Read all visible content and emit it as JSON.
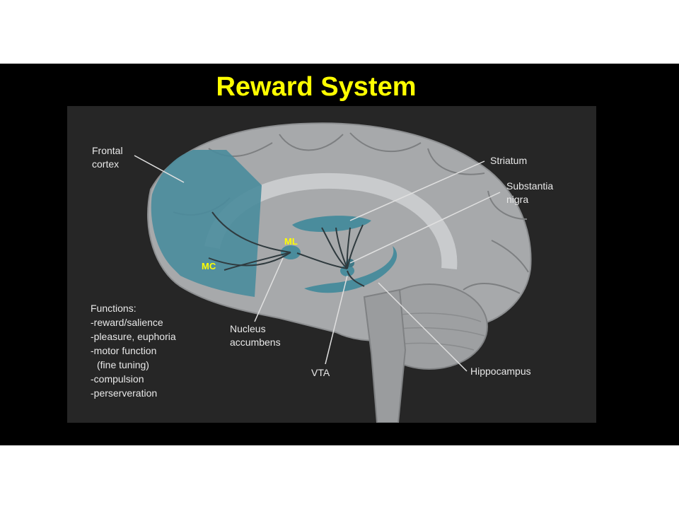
{
  "title": "Reward System",
  "colors": {
    "highlight": "#ffff00",
    "pathway": "#4a8c9c",
    "brain": "#a7a9ab",
    "panel": "#262626",
    "band": "#000000"
  },
  "labels": {
    "frontal_cortex": [
      "Frontal",
      "cortex"
    ],
    "striatum": "Striatum",
    "substantia_nigra": [
      "Substantia",
      "nigra"
    ],
    "nucleus_accumbens": [
      "Nucleus",
      "accumbens"
    ],
    "vta": "VTA",
    "hippocampus": "Hippocampus"
  },
  "markers": {
    "ml": "ML",
    "mc": "MC"
  },
  "functions": {
    "heading": "Functions:",
    "items": [
      "-reward/salience",
      "-pleasure, euphoria",
      "-motor function",
      " (fine tuning)",
      "-compulsion",
      "-perserveration"
    ]
  }
}
